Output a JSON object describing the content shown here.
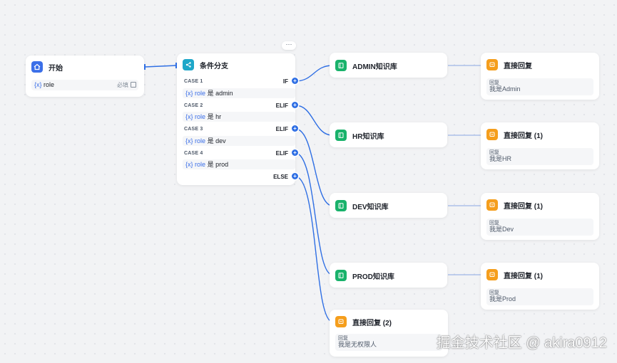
{
  "start_node": {
    "title": "开始",
    "var_name": "role",
    "required_label": "必填"
  },
  "condition_node": {
    "title": "条件分支",
    "more_label": "···",
    "cases": [
      {
        "label": "CASE 1",
        "keyword": "IF",
        "var": "role",
        "op": "是",
        "value": "admin"
      },
      {
        "label": "CASE 2",
        "keyword": "ELIF",
        "var": "role",
        "op": "是",
        "value": "hr"
      },
      {
        "label": "CASE 3",
        "keyword": "ELIF",
        "var": "role",
        "op": "是",
        "value": "dev"
      },
      {
        "label": "CASE 4",
        "keyword": "ELIF",
        "var": "role",
        "op": "是",
        "value": "prod"
      }
    ],
    "else_label": "ELSE"
  },
  "knowledge_nodes": [
    {
      "title": "ADMIN知识库"
    },
    {
      "title": "HR知识库"
    },
    {
      "title": "DEV知识库"
    },
    {
      "title": "PROD知识库"
    }
  ],
  "reply_nodes": [
    {
      "title": "直接回复",
      "field_label": "回复",
      "text": "我是Admin"
    },
    {
      "title": "直接回复 (1)",
      "field_label": "回复",
      "text": "我是HR"
    },
    {
      "title": "直接回复 (1)",
      "field_label": "回复",
      "text": "我是Dev"
    },
    {
      "title": "直接回复 (1)",
      "field_label": "回复",
      "text": "我是Prod"
    }
  ],
  "else_reply_node": {
    "title": "直接回复 (2)",
    "field_label": "回复",
    "text": "我是无权限人"
  },
  "var_prefix": "{x}",
  "watermark": "掘金技术社区 @ akira0912",
  "colors": {
    "edge": "#2f6fe4",
    "start_icon": "#3b6fe8",
    "condition_icon": "#1ea7c9",
    "kb_icon": "#19b26b",
    "reply_icon": "#f59e1c"
  }
}
